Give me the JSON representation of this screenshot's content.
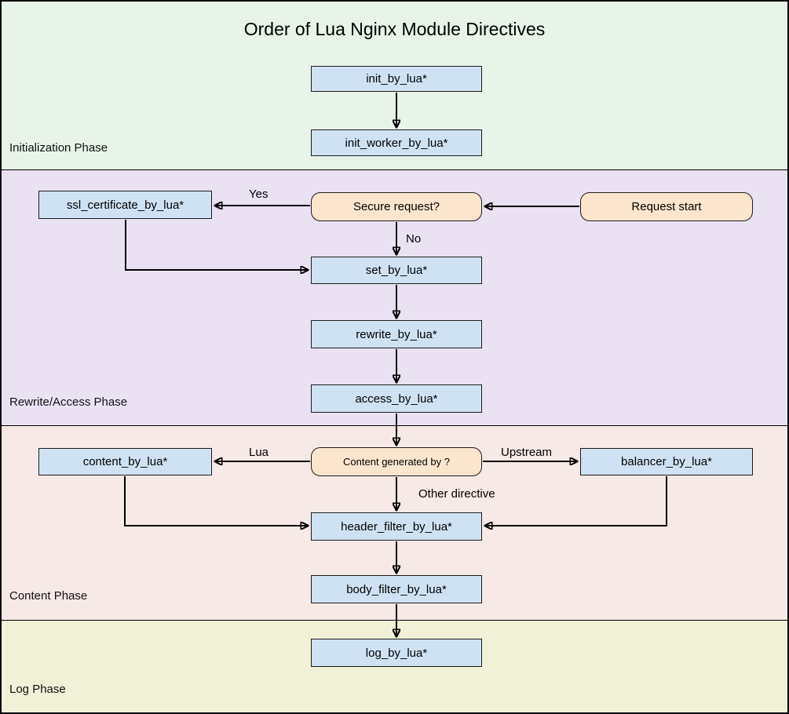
{
  "title": "Order of Lua Nginx Module Directives",
  "colors": {
    "init_phase_bg": "#e7f4e7",
    "rewrite_phase_bg": "#eae2f3",
    "content_phase_bg": "#f7e9e6",
    "log_phase_bg": "#f1f1d8",
    "directive_box_bg": "#cfe2f3",
    "decision_box_bg": "#fce5cd",
    "line_color": "#000000"
  },
  "phases": [
    {
      "label": "Initialization Phase"
    },
    {
      "label": "Rewrite/Access Phase"
    },
    {
      "label": "Content Phase"
    },
    {
      "label": "Log Phase"
    }
  ],
  "nodes": {
    "init_by_lua": "init_by_lua*",
    "init_worker_by_lua": "init_worker_by_lua*",
    "ssl_certificate_by_lua": "ssl_certificate_by_lua*",
    "secure_request": "Secure request?",
    "request_start": "Request start",
    "set_by_lua": "set_by_lua*",
    "rewrite_by_lua": "rewrite_by_lua*",
    "access_by_lua": "access_by_lua*",
    "content_by_lua": "content_by_lua*",
    "content_generated_by": "Content generated by ?",
    "balancer_by_lua": "balancer_by_lua*",
    "header_filter_by_lua": "header_filter_by_lua*",
    "body_filter_by_lua": "body_filter_by_lua*",
    "log_by_lua": "log_by_lua*"
  },
  "edge_labels": {
    "yes": "Yes",
    "no": "No",
    "lua": "Lua",
    "upstream": "Upstream",
    "other_directive": "Other directive"
  }
}
